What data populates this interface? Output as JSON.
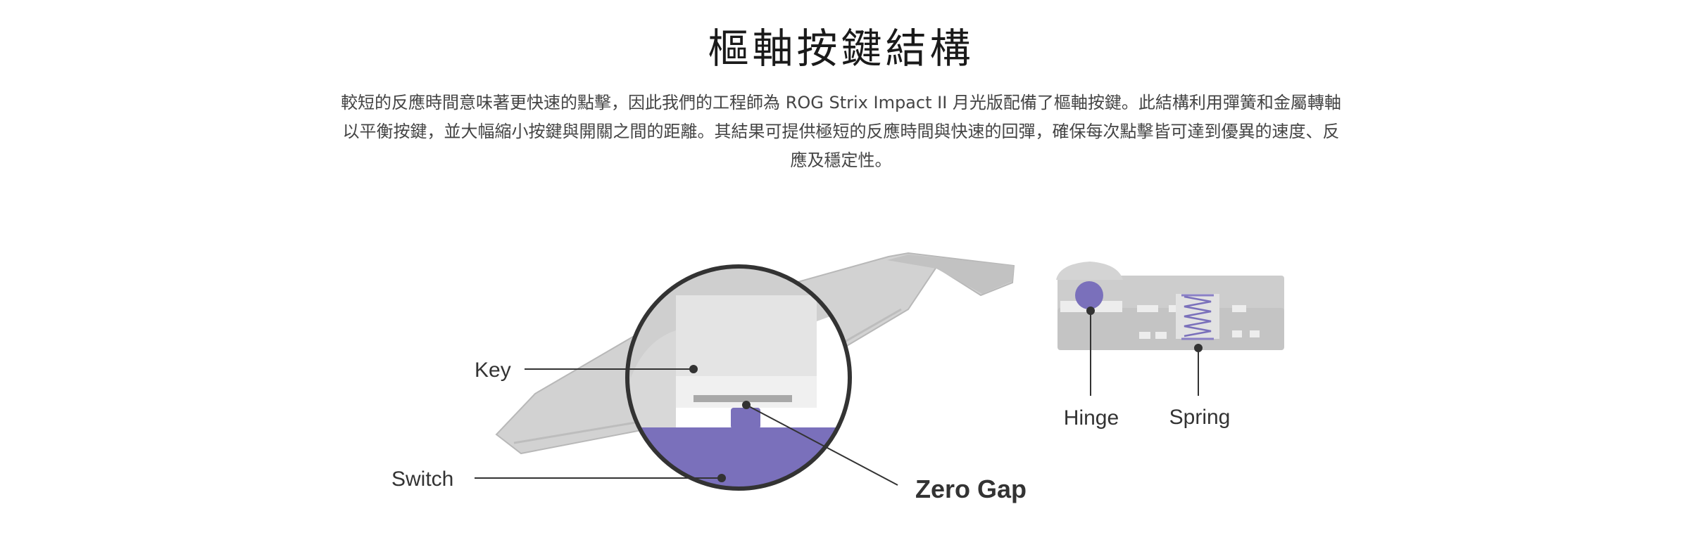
{
  "title": "樞軸按鍵結構",
  "description": "較短的反應時間意味著更快速的點擊，因此我們的工程師為 ROG Strix Impact II 月光版配備了樞軸按鍵。此結構利用彈簧和金屬轉軸以平衡按鍵，並大幅縮小按鍵與開關之間的距離。其結果可提供極短的反應時間與快速的回彈，確保每次點擊皆可達到優異的速度、反應及穩定性。",
  "labels": {
    "key": "Key",
    "switch": "Switch",
    "zero_gap": "Zero Gap",
    "hinge": "Hinge",
    "spring": "Spring"
  },
  "colors": {
    "accent_purple": "#7a70bb",
    "shell_gray": "#cfcfcf",
    "outline": "#333333"
  }
}
